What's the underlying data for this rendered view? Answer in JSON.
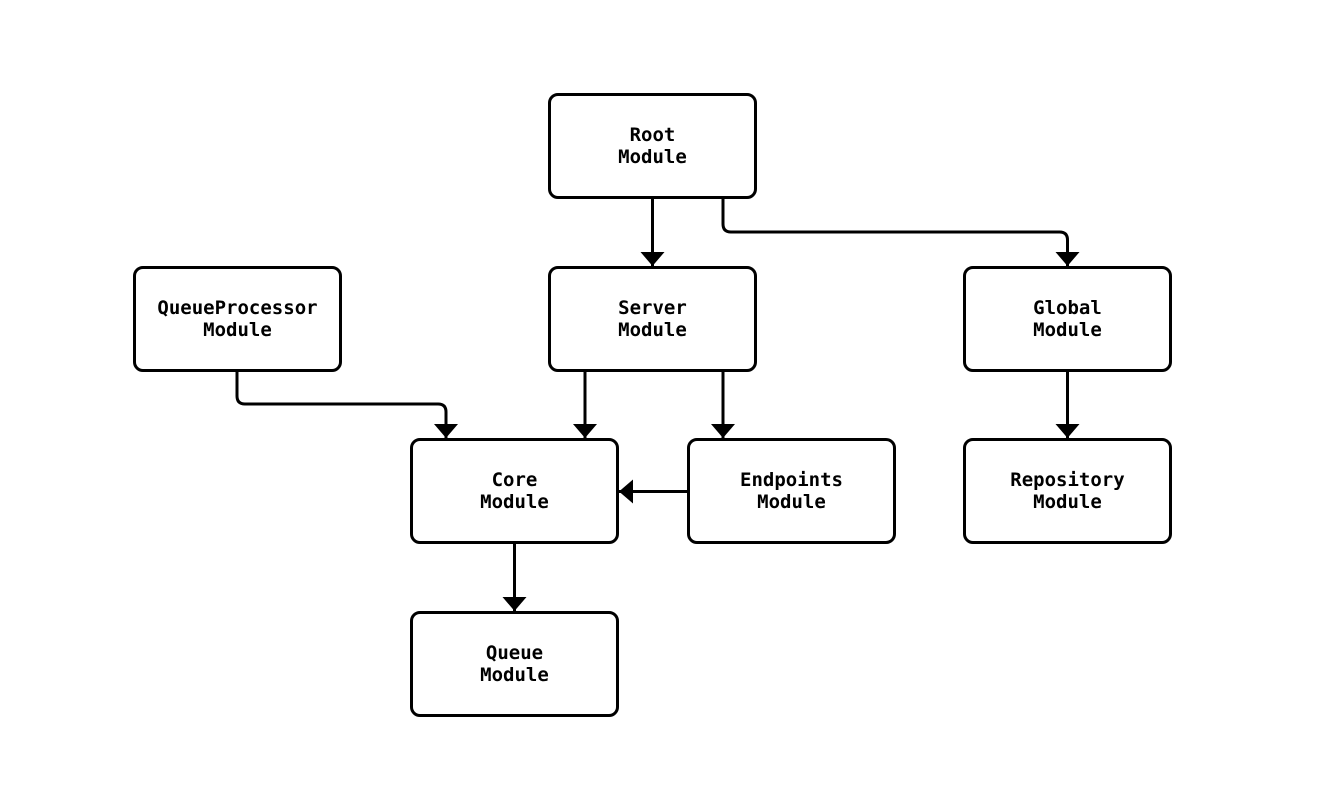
{
  "diagram": {
    "type": "flowchart",
    "background_color": "#ffffff",
    "stroke_color": "#000000",
    "node_fill_color": "#ffffff",
    "text_color": "#000000",
    "nodes": [
      {
        "id": "root",
        "label": "Root\nModule"
      },
      {
        "id": "queueprocessor",
        "label": "QueueProcessor\nModule"
      },
      {
        "id": "server",
        "label": "Server\nModule"
      },
      {
        "id": "global",
        "label": "Global\nModule"
      },
      {
        "id": "core",
        "label": "Core\nModule"
      },
      {
        "id": "endpoints",
        "label": "Endpoints\nModule"
      },
      {
        "id": "repository",
        "label": "Repository\nModule"
      },
      {
        "id": "queue",
        "label": "Queue\nModule"
      }
    ],
    "edges": [
      {
        "from": "root",
        "to": "server"
      },
      {
        "from": "root",
        "to": "global"
      },
      {
        "from": "queueprocessor",
        "to": "core"
      },
      {
        "from": "server",
        "to": "core"
      },
      {
        "from": "server",
        "to": "endpoints"
      },
      {
        "from": "endpoints",
        "to": "core"
      },
      {
        "from": "global",
        "to": "repository"
      },
      {
        "from": "core",
        "to": "queue"
      }
    ]
  }
}
